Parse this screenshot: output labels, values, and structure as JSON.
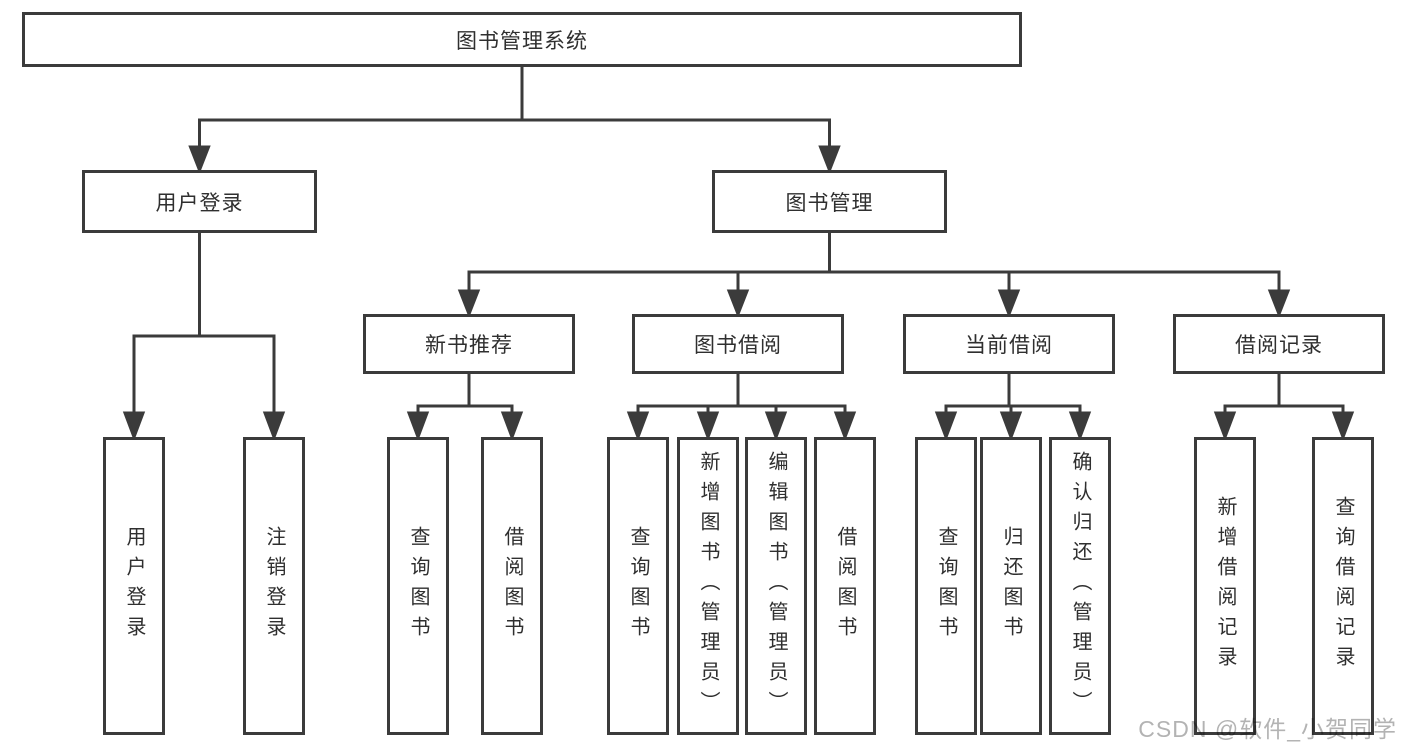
{
  "diagram_type": "hierarchy-flowchart",
  "colors": {
    "line": "#3b3b3b",
    "box_border": "#3b3b3b",
    "box_fill": "#ffffff",
    "text": "#2f2f2f",
    "watermark": "#b3b3b3",
    "background": "#ffffff"
  },
  "tree": {
    "root": {
      "label": "图书管理系统",
      "children": [
        {
          "label": "用户登录",
          "children": [
            {
              "label": "用户登录"
            },
            {
              "label": "注销登录"
            }
          ]
        },
        {
          "label": "图书管理",
          "children": [
            {
              "label": "新书推荐",
              "children": [
                {
                  "label": "查询图书"
                },
                {
                  "label": "借阅图书"
                }
              ]
            },
            {
              "label": "图书借阅",
              "children": [
                {
                  "label": "查询图书"
                },
                {
                  "label": "新增图书（管理员）"
                },
                {
                  "label": "编辑图书（管理员）"
                },
                {
                  "label": "借阅图书"
                }
              ]
            },
            {
              "label": "当前借阅",
              "children": [
                {
                  "label": "查询图书"
                },
                {
                  "label": "归还图书"
                },
                {
                  "label": "确认归还（管理员）"
                }
              ]
            },
            {
              "label": "借阅记录",
              "children": [
                {
                  "label": "新增借阅记录"
                },
                {
                  "label": "查询借阅记录"
                }
              ]
            }
          ]
        }
      ]
    }
  },
  "watermark": {
    "text": "CSDN @软件_小贺同学"
  }
}
